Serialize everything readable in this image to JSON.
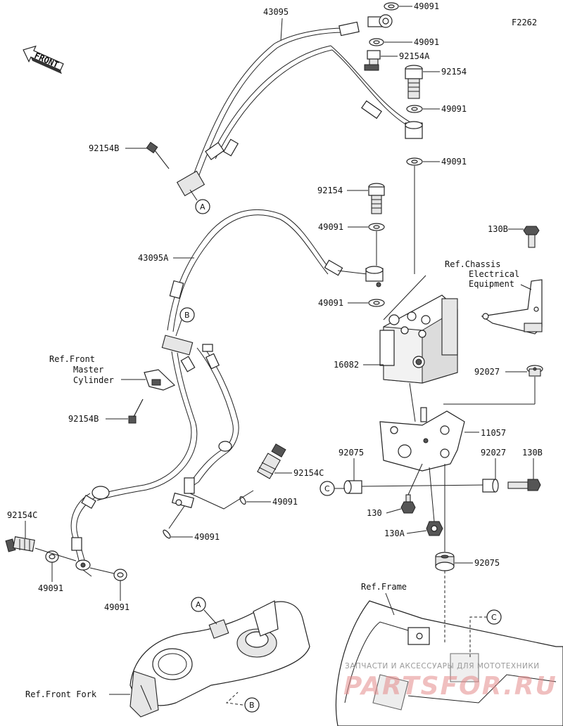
{
  "diagram": {
    "code": "F2262",
    "front_label": "FRONT",
    "parts": {
      "p43095": "43095",
      "p43095A": "43095A",
      "p49091_1": "49091",
      "p49091_2": "49091",
      "p49091_3": "49091",
      "p49091_4": "49091",
      "p49091_5": "49091",
      "p49091_6": "49091",
      "p49091_7": "49091",
      "p49091_8": "49091",
      "p49091_9": "49091",
      "p49091_10": "49091",
      "p92154A": "92154A",
      "p92154_1": "92154",
      "p92154_2": "92154",
      "p92154B_1": "92154B",
      "p92154B_2": "92154B",
      "p92154C_1": "92154C",
      "p92154C_2": "92154C",
      "p130B_1": "130B",
      "p130B_2": "130B",
      "p16082": "16082",
      "p11057": "11057",
      "p92027_1": "92027",
      "p92027_2": "92027",
      "p92075_1": "92075",
      "p92075_2": "92075",
      "p130": "130",
      "p130A": "130A"
    },
    "refs": {
      "chassis_1": "Ref.Chassis",
      "chassis_2": "Electrical",
      "chassis_3": "Equipment",
      "master_1": "Ref.Front",
      "master_2": "Master",
      "master_3": "Cylinder",
      "frame": "Ref.Frame",
      "fork": "Ref.Front Fork"
    },
    "callouts": {
      "a1": "A",
      "a2": "A",
      "b1": "B",
      "b2": "B",
      "c1": "C",
      "c2": "C"
    },
    "watermark": {
      "line1": "ЗАПЧАСТИ И АКСЕССУАРЫ ДЛЯ МОТОТЕХНИКИ",
      "line2": "PARTSFOR.RU"
    }
  }
}
